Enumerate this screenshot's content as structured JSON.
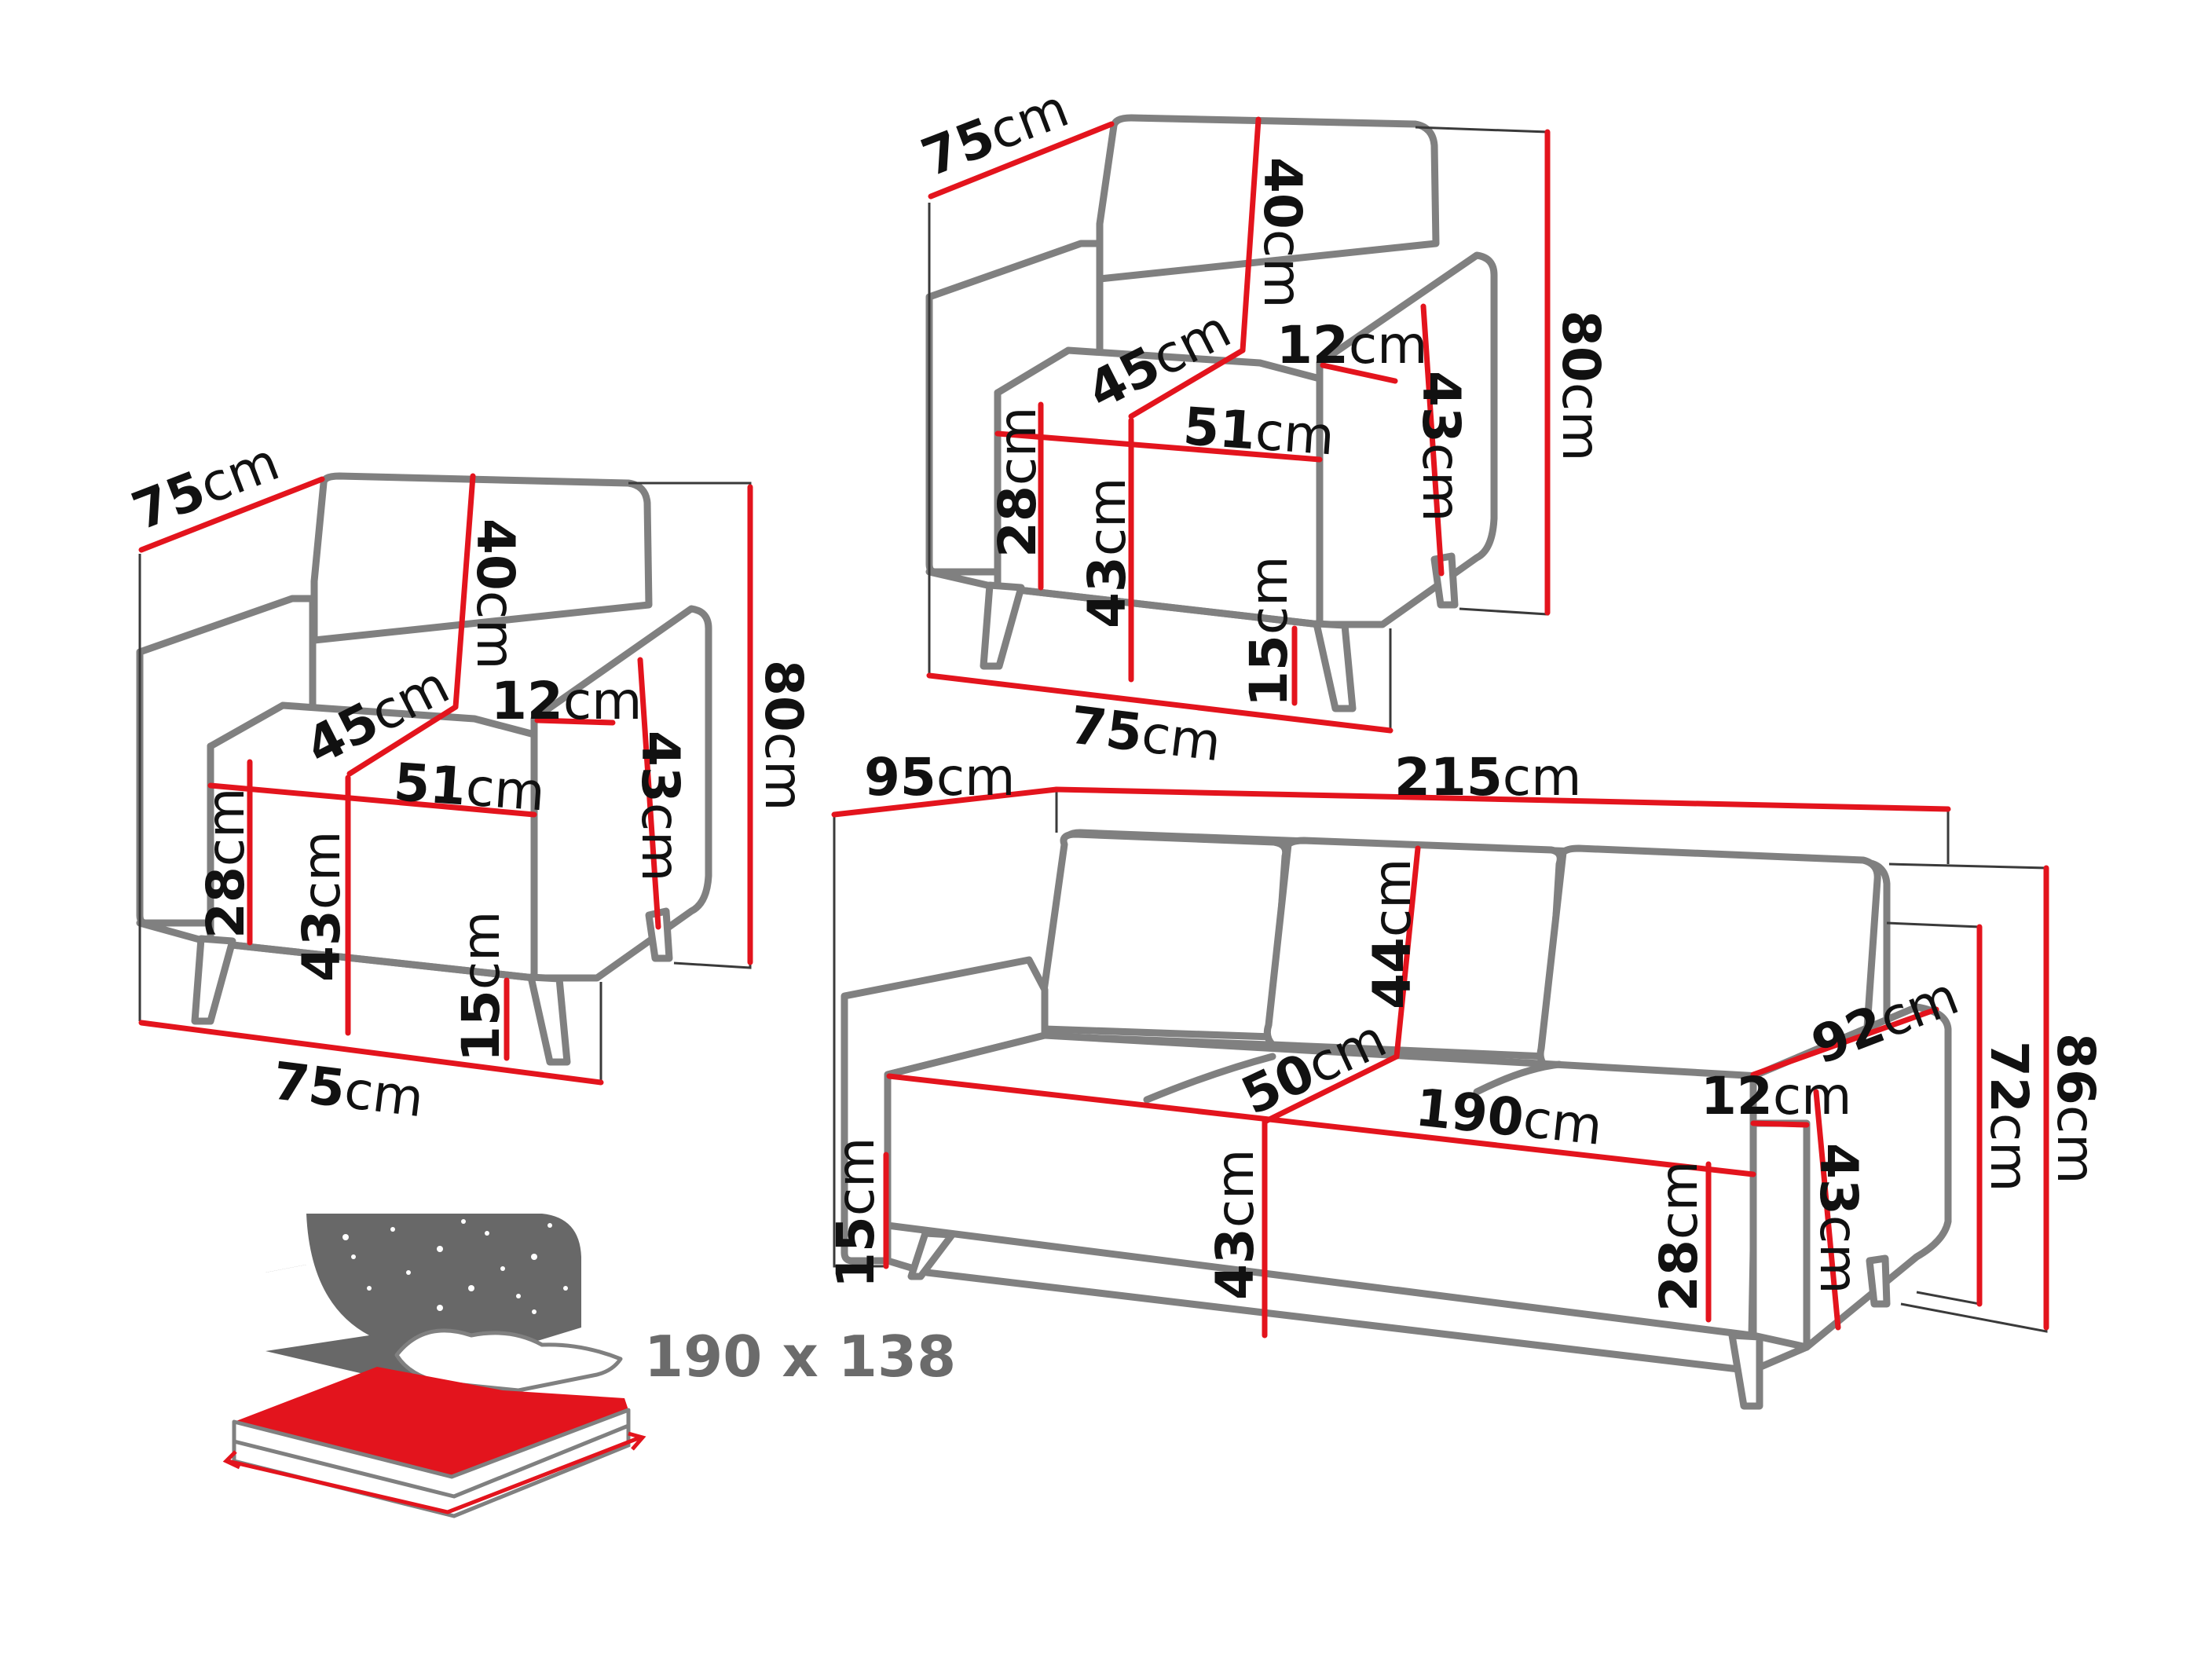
{
  "colors": {
    "dimension_line": "#e3141d",
    "outline": "#808080",
    "mattress": "#e3141d",
    "night_panel": "#686868"
  },
  "armchair_left": {
    "depth": {
      "value": "75",
      "unit": "cm"
    },
    "back_height": {
      "value": "40",
      "unit": "cm"
    },
    "total_height": {
      "value": "80",
      "unit": "cm"
    },
    "arm_width": {
      "value": "12",
      "unit": "cm"
    },
    "seat_depth": {
      "value": "45",
      "unit": "cm"
    },
    "seat_width": {
      "value": "51",
      "unit": "cm"
    },
    "arm_height": {
      "value": "43",
      "unit": "cm"
    },
    "front_height": {
      "value": "28",
      "unit": "cm"
    },
    "seat_height": {
      "value": "43",
      "unit": "cm"
    },
    "leg_height": {
      "value": "15",
      "unit": "cm"
    },
    "width": {
      "value": "75",
      "unit": "cm"
    }
  },
  "armchair_right": {
    "depth": {
      "value": "75",
      "unit": "cm"
    },
    "back_height": {
      "value": "40",
      "unit": "cm"
    },
    "total_height": {
      "value": "80",
      "unit": "cm"
    },
    "arm_width": {
      "value": "12",
      "unit": "cm"
    },
    "seat_depth": {
      "value": "45",
      "unit": "cm"
    },
    "seat_width": {
      "value": "51",
      "unit": "cm"
    },
    "arm_height": {
      "value": "43",
      "unit": "cm"
    },
    "front_height": {
      "value": "28",
      "unit": "cm"
    },
    "seat_height": {
      "value": "43",
      "unit": "cm"
    },
    "leg_height": {
      "value": "15",
      "unit": "cm"
    },
    "width": {
      "value": "75",
      "unit": "cm"
    }
  },
  "sofa": {
    "depth": {
      "value": "95",
      "unit": "cm"
    },
    "width": {
      "value": "215",
      "unit": "cm"
    },
    "back_height": {
      "value": "44",
      "unit": "cm"
    },
    "arm_depth": {
      "value": "92",
      "unit": "cm"
    },
    "seat_depth": {
      "value": "50",
      "unit": "cm"
    },
    "seat_width": {
      "value": "190",
      "unit": "cm"
    },
    "arm_width": {
      "value": "12",
      "unit": "cm"
    },
    "height_back": {
      "value": "72",
      "unit": "cm"
    },
    "total_height": {
      "value": "86",
      "unit": "cm"
    },
    "leg_height": {
      "value": "15",
      "unit": "cm"
    },
    "seat_height": {
      "value": "43",
      "unit": "cm"
    },
    "front_height": {
      "value": "28",
      "unit": "cm"
    },
    "arm_height": {
      "value": "43",
      "unit": "cm"
    }
  },
  "bed": {
    "size_label": "190 x 138",
    "icons": [
      "night-stars-icon",
      "pillow-icon",
      "mattress-icon",
      "double-arrow-icon"
    ]
  }
}
